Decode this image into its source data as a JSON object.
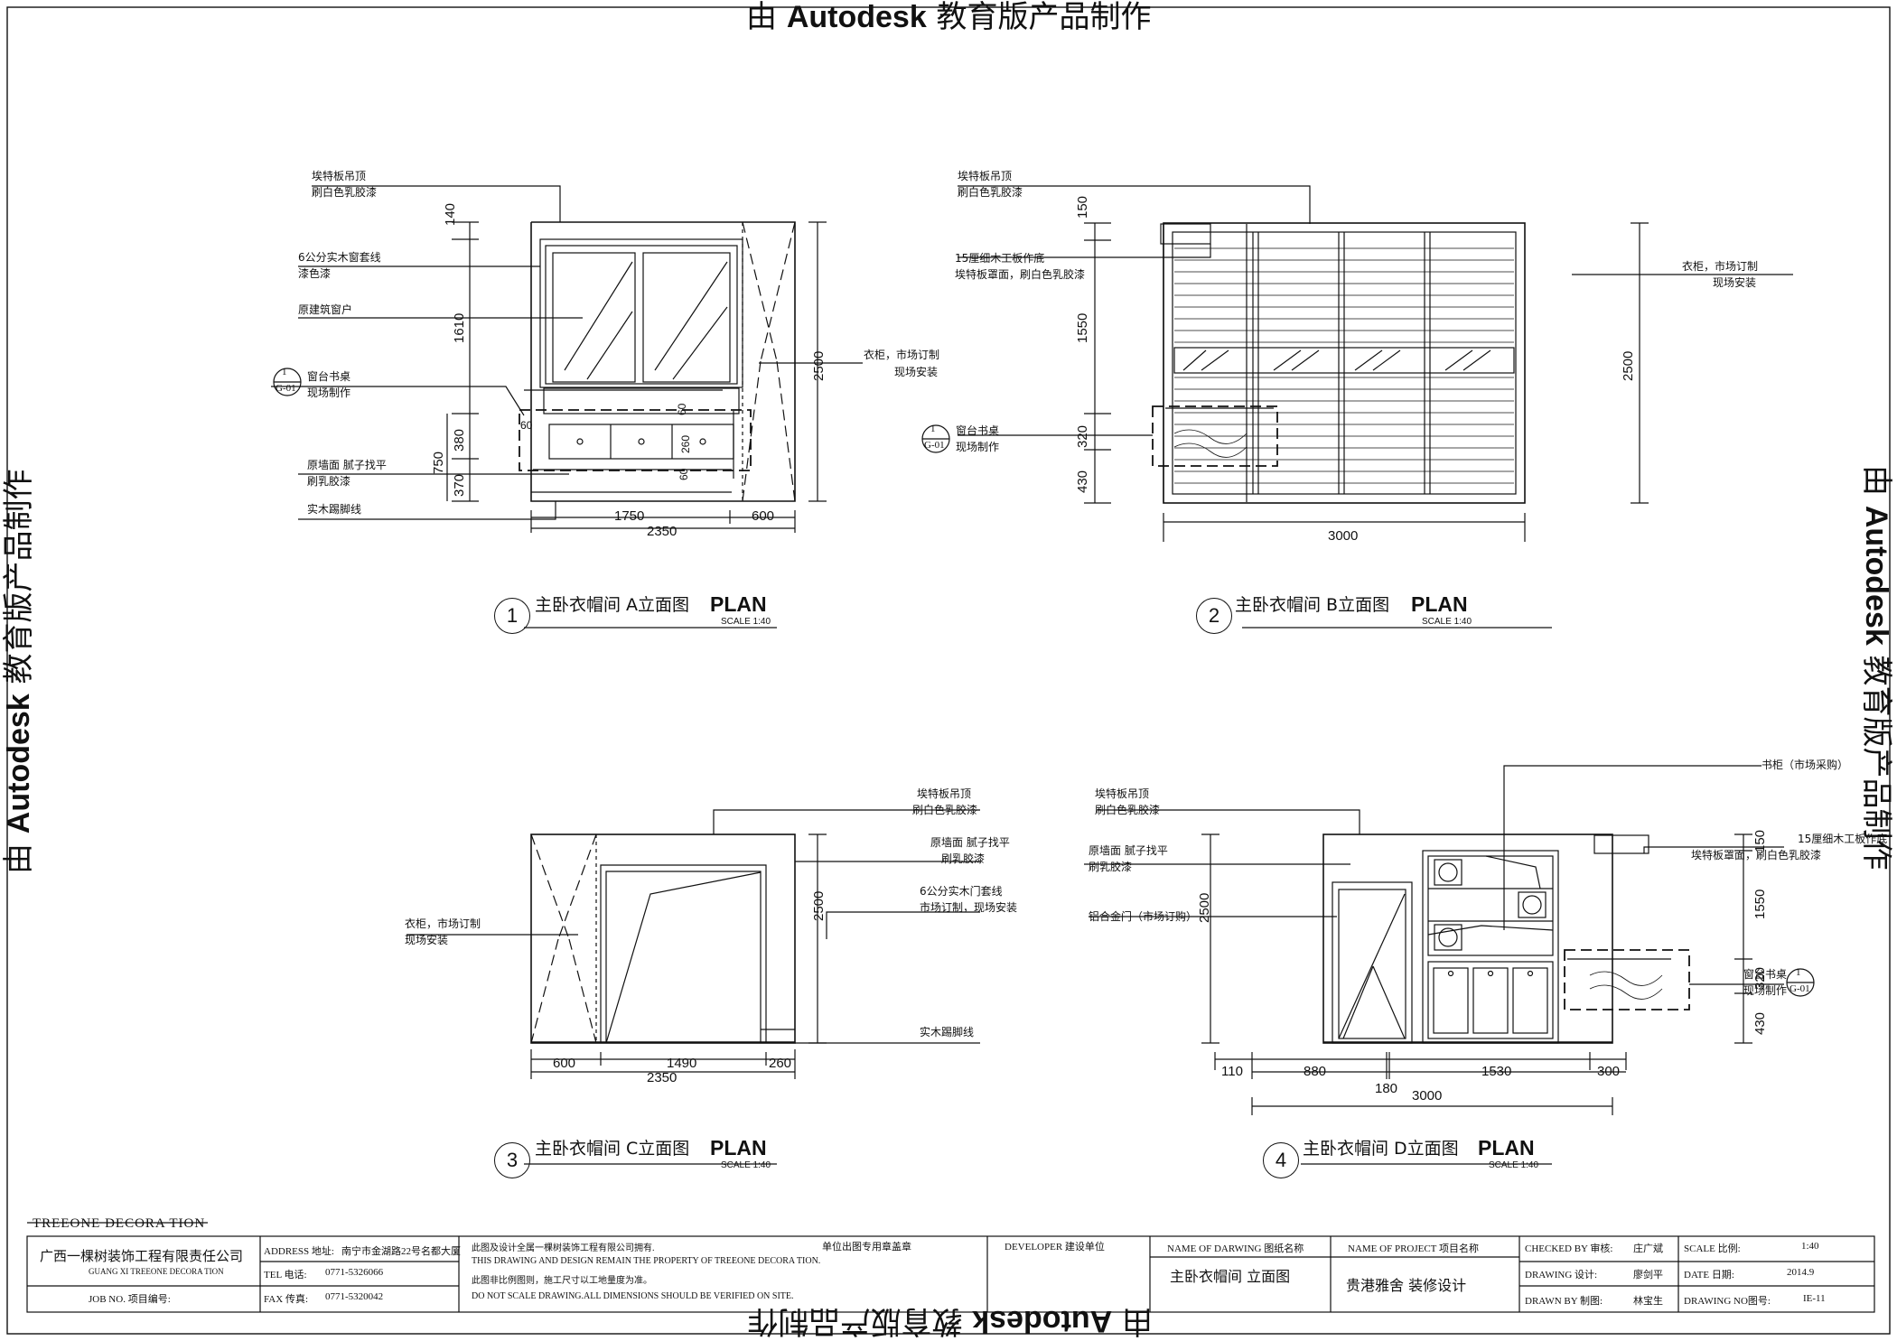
{
  "watermark": {
    "prefix": "由",
    "brand": "Autodesk",
    "suffix": "教育版产品制作"
  },
  "drawings": [
    {
      "number": "1",
      "title": "主卧衣帽间  A立面图",
      "plan": "PLAN",
      "scale": "SCALE 1:40",
      "notes": [
        "埃特板吊顶",
        "刷白色乳胶漆",
        "6公分实木窗套线",
        "漆色漆",
        "原建筑窗户",
        "窗台书桌",
        "现场制作",
        "原墙面 腻子找平",
        "刷乳胶漆",
        "实木踢脚线",
        "衣柜，市场订制",
        "现场安装"
      ],
      "ref_tag": {
        "num": "1",
        "code": "G-01"
      },
      "dims": {
        "h": [
          "1750",
          "600",
          "2350"
        ],
        "v": [
          "140",
          "1610",
          "380",
          "370",
          "750",
          "2500",
          "60",
          "60",
          "260",
          "60"
        ]
      }
    },
    {
      "number": "2",
      "title": "主卧衣帽间  B立面图",
      "plan": "PLAN",
      "scale": "SCALE 1:40",
      "notes": [
        "埃特板吊顶",
        "刷白色乳胶漆",
        "15厘细木工板作底",
        "埃特板罩面，刷白色乳胶漆",
        "窗台书桌",
        "现场制作",
        "衣柜，市场订制",
        "现场安装"
      ],
      "ref_tag": {
        "num": "1",
        "code": "G-01"
      },
      "dims": {
        "h": [
          "3000"
        ],
        "v": [
          "150",
          "1550",
          "320",
          "430",
          "2500"
        ]
      }
    },
    {
      "number": "3",
      "title": "主卧衣帽间  C立面图",
      "plan": "PLAN",
      "scale": "SCALE 1:40",
      "notes": [
        "埃特板吊顶",
        "刷白色乳胶漆",
        "原墙面 腻子找平",
        "刷乳胶漆",
        "6公分实木门套线",
        "市场订制，现场安装",
        "衣柜，市场订制",
        "现场安装",
        "实木踢脚线"
      ],
      "dims": {
        "h": [
          "600",
          "1490",
          "260",
          "2350"
        ],
        "v": [
          "2500"
        ]
      }
    },
    {
      "number": "4",
      "title": "主卧衣帽间  D立面图",
      "plan": "PLAN",
      "scale": "SCALE 1:40",
      "notes": [
        "埃特板吊顶",
        "刷白色乳胶漆",
        "原墙面 腻子找平",
        "刷乳胶漆",
        "铝合金门（市场订购）",
        "书柜（市场采购）",
        "15厘细木工板作底",
        "埃特板罩面，刷白色乳胶漆",
        "窗台书桌",
        "现场制作"
      ],
      "ref_tag": {
        "num": "1",
        "code": "G-01"
      },
      "dims": {
        "h": [
          "110",
          "880",
          "1530",
          "300",
          "180",
          "3000"
        ],
        "v": [
          "2500",
          "150",
          "1550",
          "320",
          "430"
        ]
      }
    }
  ],
  "title_block": {
    "brand": "TREEONE DECORA TION",
    "company_cn": "广西一棵树装饰工程有限责任公司",
    "company_en": "GUANG XI TREEONE DECORA TION",
    "job_no": "JOB NO.  项目编号:",
    "address_label": "ADDRESS  地址:",
    "address": "南宁市金湖路22号名都大厦",
    "tel_label": "TEL  电话:",
    "tel": "0771-5326066",
    "fax_label": "FAX  传真:",
    "fax": "0771-5320042",
    "notice": [
      "此图及设计全属一棵树装饰工程有限公司拥有.",
      "THIS DRAWING AND DESIGN REMAIN THE PROPERTY OF TREEONE DECORA TION.",
      "此图非比例图则，施工尺寸以工地量度为准。",
      "DO NOT SCALE DRAWING.ALL DIMENSIONS SHOULD BE VERIFIED ON SITE."
    ],
    "stamp_label": "单位出图专用章盖章",
    "developer_label": "DEVELOPER   建设单位",
    "drawing_name_label": "NAME  OF  DARWING  图纸名称",
    "drawing_name": "主卧衣帽间   立面图",
    "project_label": "NAME  OF  PROJECT  项目名称",
    "project_name": "贵港雅舍  装修设计",
    "checked_label": "CHECKED BY  审核:",
    "checked_by": "庄广斌",
    "drawing_label": "DRAWING       设计:",
    "designer": "廖剑平",
    "drawn_label": "DRAWN BY      制图:",
    "drawn_by": "林宝生",
    "scale_label": "SCALE       比例:",
    "scale": "1:40",
    "date_label": "DATE         日期:",
    "date": "2014.9",
    "drawing_no_label": "DRAWING NO图号:",
    "drawing_no": "IE-11"
  }
}
